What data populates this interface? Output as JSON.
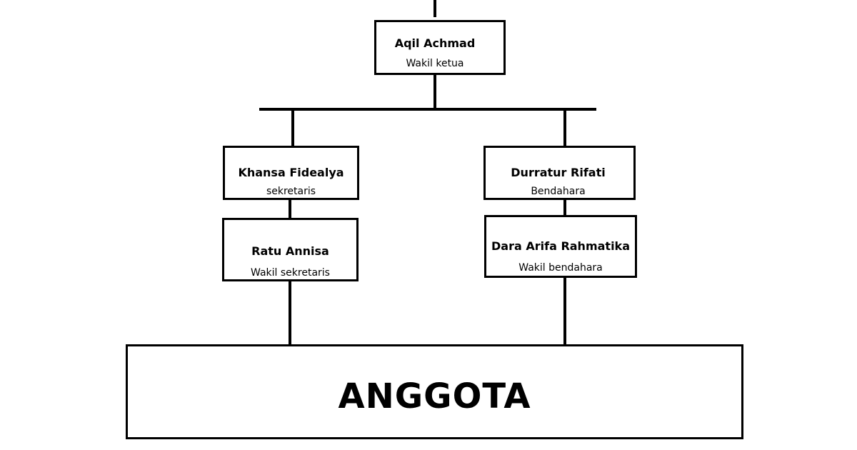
{
  "nodes": {
    "wakil_ketua": {
      "name": "Aqil Achmad",
      "role": "Wakil ketua"
    },
    "sekretaris": {
      "name": "Khansa Fidealya",
      "role": "sekretaris"
    },
    "wakil_sekretaris": {
      "name": "Ratu Annisa",
      "role": "Wakil sekretaris"
    },
    "bendahara": {
      "name": "Durratur Rifati",
      "role": "Bendahara"
    },
    "wakil_bendahara": {
      "name": "Dara Arifa Rahmatika",
      "role": "Wakil bendahara"
    },
    "anggota": {
      "label": "ANGGOTA"
    }
  }
}
